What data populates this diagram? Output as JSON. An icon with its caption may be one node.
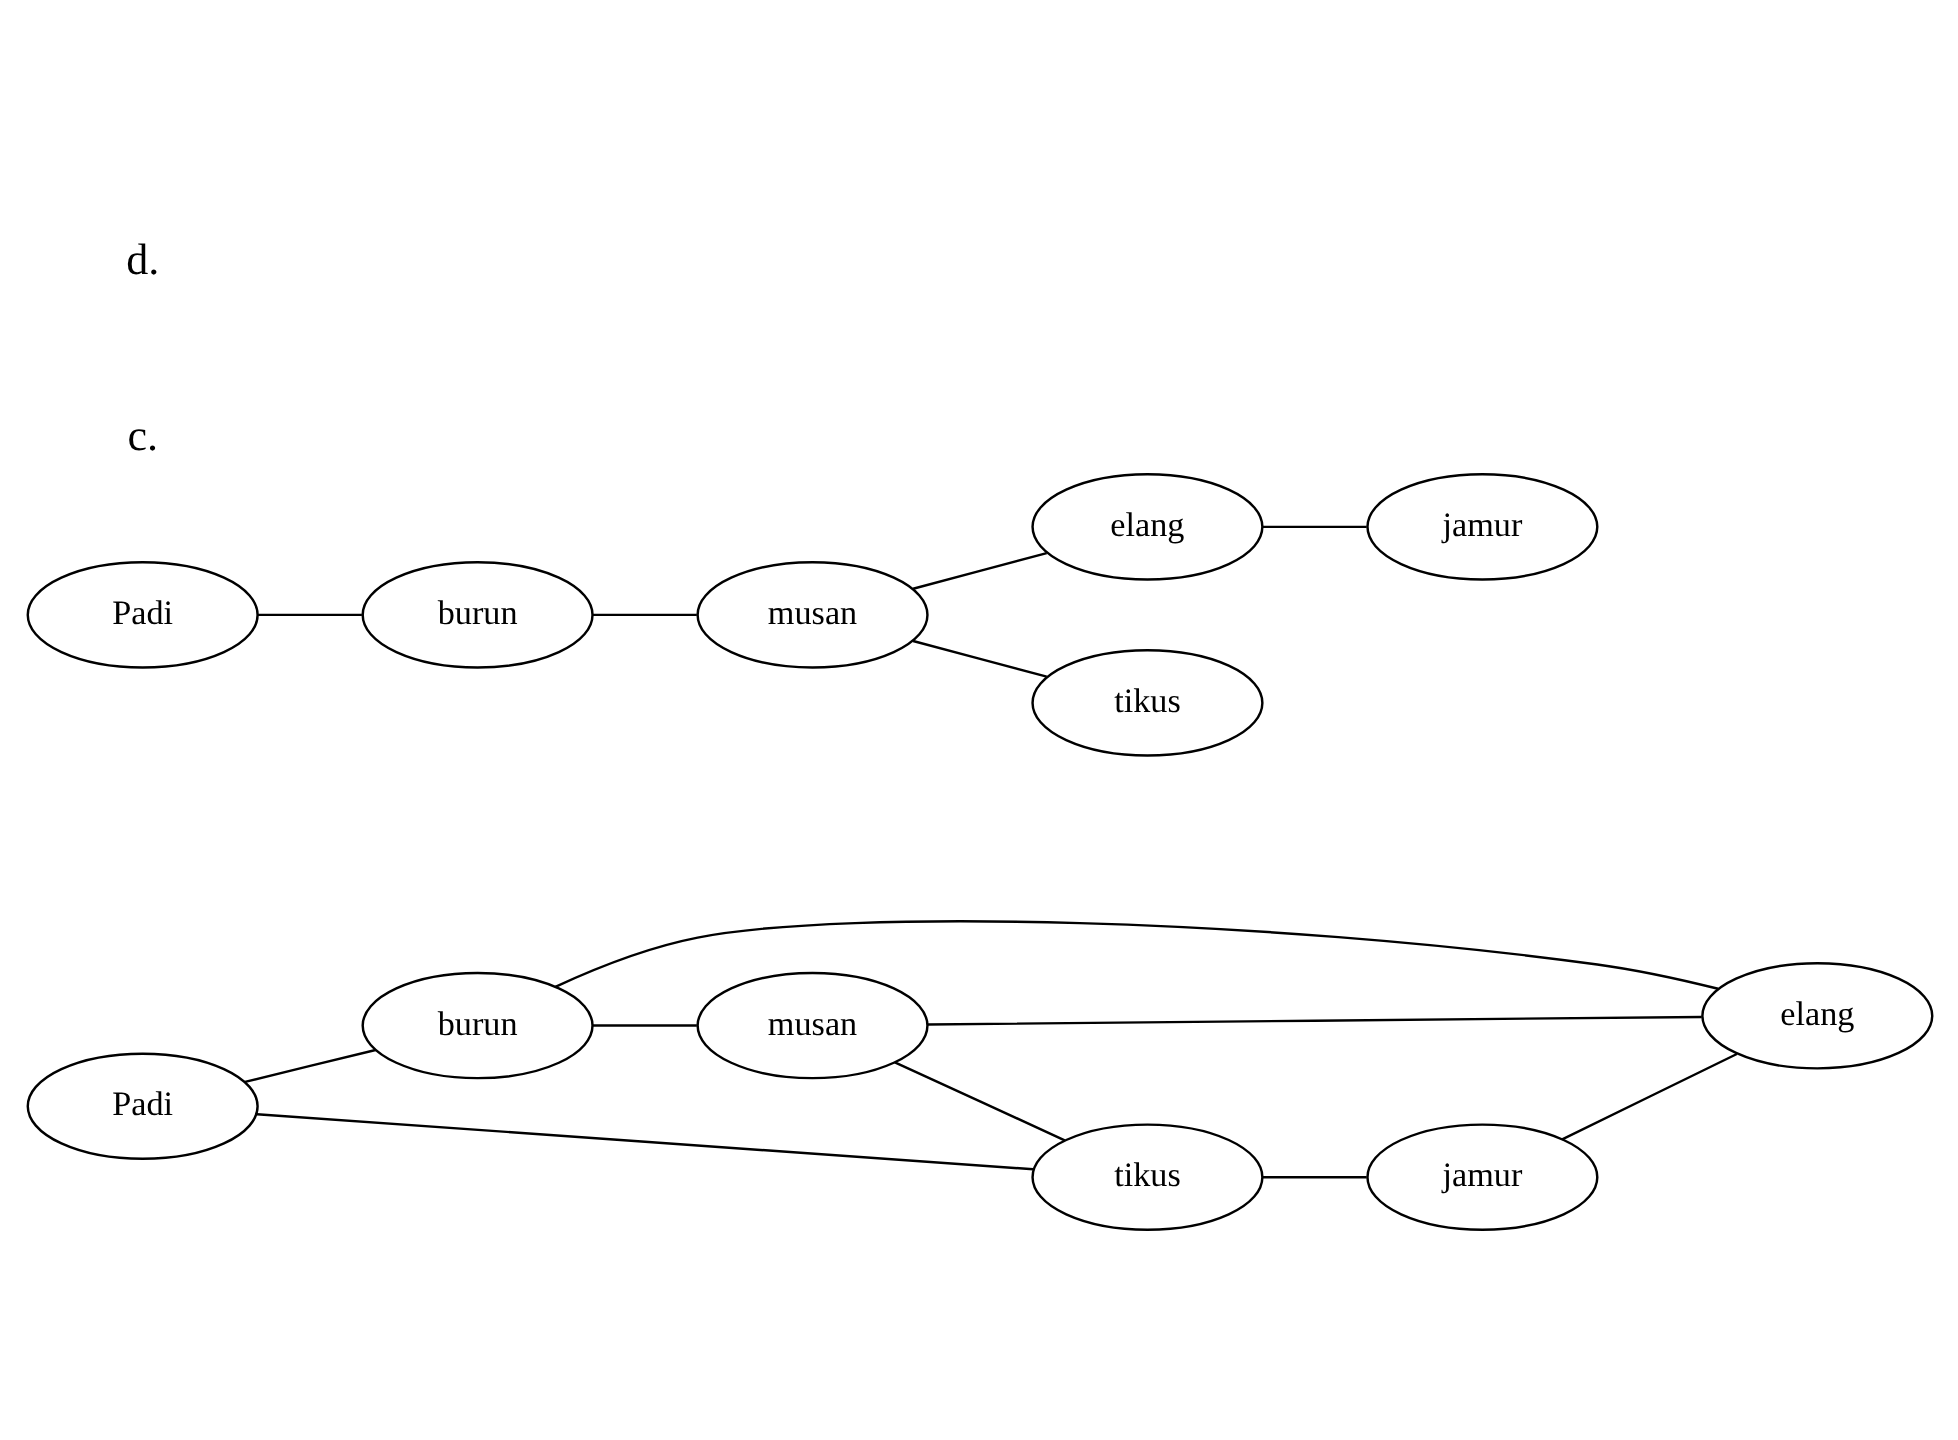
{
  "diagram": {
    "nodes": [
      {
        "text": [
          "Padi"
        ]
      },
      {
        "text": [
          "burun"
        ]
      },
      {
        "text": [
          "musan"
        ]
      },
      {
        "text": [
          "elang"
        ]
      },
      {
        "text": [
          "tikus"
        ]
      },
      {
        "text": [
          "jamur"
        ]
      },
      {
        "text": [
          "Padi"
        ]
      },
      {
        "text": [
          "burun"
        ]
      },
      {
        "text": [
          "musan"
        ]
      },
      {
        "text": [
          "elang"
        ]
      },
      {
        "text": [
          "tikus"
        ]
      },
      {
        "text": [
          "jamur"
        ]
      }
    ],
    "edges": [
      {
        "from": 0,
        "to": 1,
        "arrow": "none"
      },
      {
        "from": 1,
        "to": 2,
        "arrow": "none"
      },
      {
        "from": 1,
        "to": 3,
        "arrow": "none"
      },
      {
        "from": 2,
        "to": 3,
        "arrow": "none"
      },
      {
        "from": 2,
        "to": 4,
        "arrow": "none"
      },
      {
        "from": 0,
        "to": 4,
        "arrow": "none"
      },
      {
        "from": 4,
        "to": 5,
        "arrow": "none"
      },
      {
        "from": 5,
        "to": 3,
        "arrow": "none"
      },
      {
        "from": 6,
        "to": 7,
        "arrow": "none"
      },
      {
        "from": 7,
        "to": 8,
        "arrow": "none"
      },
      {
        "from": 8,
        "to": 9,
        "arrow": "none"
      },
      {
        "from": 8,
        "to": 10,
        "arrow": "none"
      },
      {
        "from": 9,
        "to": 11,
        "arrow": "none"
      }
    ],
    "labels": [
      "c.",
      "d."
    ]
  }
}
